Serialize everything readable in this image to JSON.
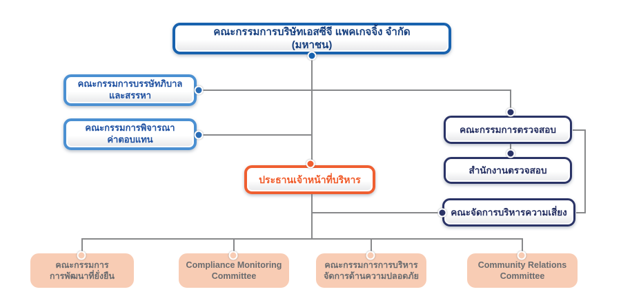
{
  "diagram": {
    "title": "SCGP organization structure chart",
    "nodes": {
      "board": {
        "line1": "คณะกรรมการบริษัทเอสซีจี แพคเกจจิ้ง จำกัด",
        "line2": "(มหาชน)"
      },
      "governance_nomination": {
        "line1": "คณะกรรมการบรรษัทภิบาล",
        "line2": "และสรรหา"
      },
      "remuneration": {
        "line1": "คณะกรรมการพิจารณา",
        "line2": "ค่าตอบแทน"
      },
      "ceo": {
        "line1": "ประธานเจ้าหน้าที่บริหาร"
      },
      "audit_committee": {
        "line1": "คณะกรรมการตรวจสอบ"
      },
      "audit_office": {
        "line1": "สำนักงานตรวจสอบ"
      },
      "risk_management": {
        "line1": "คณะจัดการบริหารความเสี่ยง"
      },
      "sustainability": {
        "line1": "คณะกรรมการ",
        "line2": "การพัฒนาที่ยั่งยืน"
      },
      "compliance_monitoring": {
        "line1": "Compliance Monitoring",
        "line2": "Committee"
      },
      "safety_management": {
        "line1": "คณะกรรมการการบริหาร",
        "line2": "จัดการด้านความปลอดภัย"
      },
      "community_relations": {
        "line1": "Community Relations",
        "line2": "Committee"
      }
    },
    "colors": {
      "board_border": "#1862ae",
      "secondary_blue_border": "#4b90d2",
      "navy_border": "#2a3366",
      "orange_border": "#ef5f31",
      "peach_fill": "#f8ccb4",
      "blue_text": "#1d4fa0",
      "navy_text": "#232d5f",
      "orange_text": "#f05a28",
      "gray_text": "#6a6b6e",
      "connector_gray": "#87888a"
    }
  }
}
